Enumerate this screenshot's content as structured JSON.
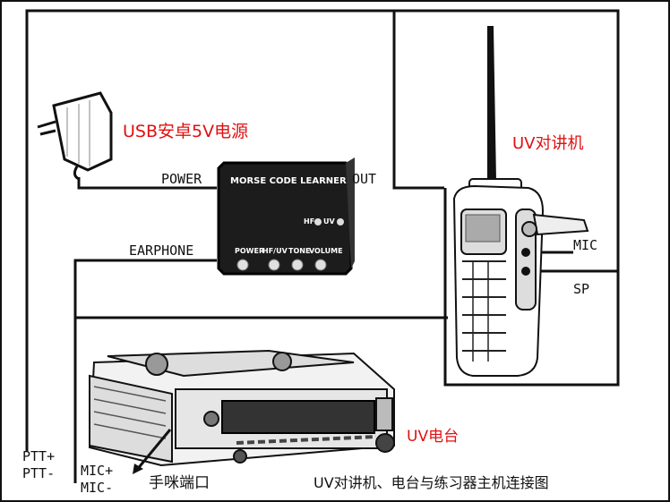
{
  "labels": {
    "usb_power": "USB安卓5V电源",
    "uv_radio": "UV对讲机",
    "power": "POWER",
    "out": "OUT",
    "earphone": "EARPHONE",
    "mic": "MIC",
    "sp": "SP",
    "uv_station": "UV电台",
    "ptt_plus": "PTT+",
    "ptt_minus": "PTT-",
    "mic_plus": "MIC+",
    "mic_minus": "MIC-",
    "mic_port": "手咪端口",
    "caption": "UV对讲机、电台与练习器主机连接图"
  },
  "device": {
    "title": "MORSE CODE LEARNER",
    "led_hf": "HF",
    "led_uv": "UV",
    "knob_labels": [
      "POWER",
      "HF/UV",
      "TONE",
      "VOLUME"
    ]
  },
  "colors": {
    "wire": "#111111",
    "label_red": "#e01010",
    "box": "#1c1c1c"
  }
}
